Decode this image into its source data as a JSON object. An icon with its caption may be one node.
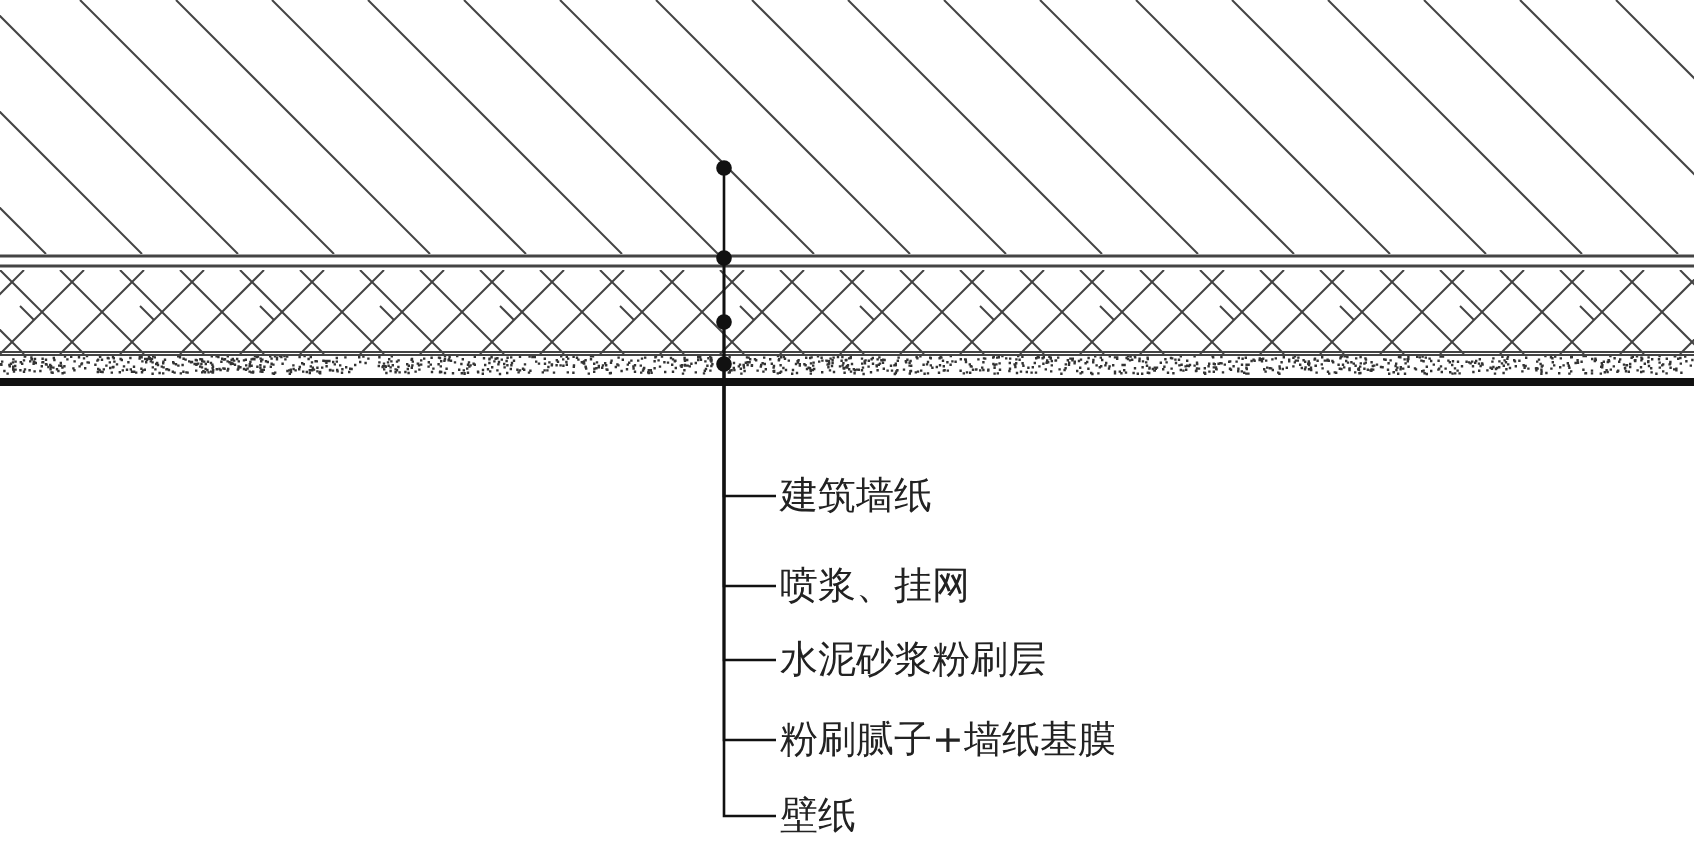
{
  "diagram": {
    "nodes": [
      {
        "text": [],
        "shape": "box"
      },
      {
        "text": [],
        "shape": "box"
      },
      {
        "text": [],
        "shape": "box"
      },
      {
        "text": [],
        "shape": "box"
      },
      {
        "text": [],
        "shape": "box"
      },
      {
        "text": [
          "建筑墙纸"
        ]
      },
      {
        "text": [
          "喷浆、挂网"
        ]
      },
      {
        "text": [
          "水泥砂浆粉刷层"
        ]
      },
      {
        "text": [
          "粉刷腻子+墙纸基膜"
        ]
      },
      {
        "text": [
          "壁纸"
        ]
      }
    ],
    "edges": [
      {
        "from": 5,
        "to": 0,
        "arrow": "other"
      },
      {
        "from": 6,
        "to": 1,
        "arrow": "other"
      },
      {
        "from": 7,
        "to": 2,
        "arrow": "other"
      },
      {
        "from": 8,
        "to": 3,
        "arrow": "other"
      },
      {
        "from": 9,
        "to": 4,
        "arrow": "none"
      }
    ]
  }
}
